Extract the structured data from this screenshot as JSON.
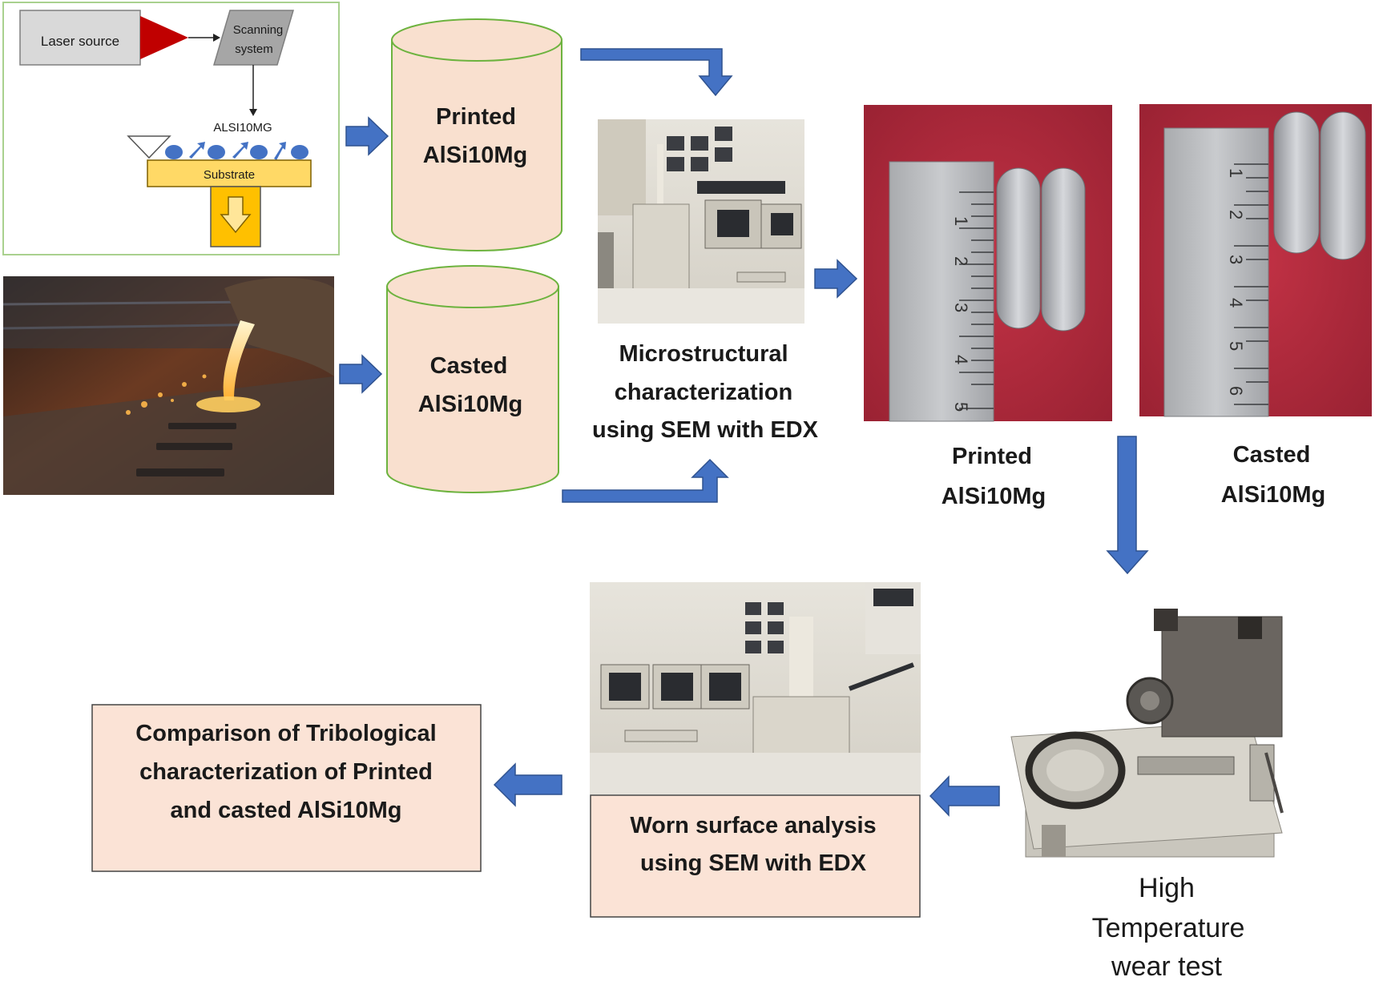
{
  "laser_schematic": {
    "laser_source": "Laser source",
    "scanning_line1": "Scanning",
    "scanning_line2": "system",
    "powder_label": "ALSI10MG",
    "substrate": "Substrate"
  },
  "cylinders": {
    "printed": [
      "Printed",
      "AlSi10Mg"
    ],
    "casted": [
      "Casted",
      "AlSi10Mg"
    ]
  },
  "micro_label": [
    "Microstructural",
    "characterization",
    "using SEM with EDX"
  ],
  "sample_labels": {
    "printed": [
      "Printed",
      "AlSi10Mg"
    ],
    "casted": [
      "Casted",
      "AlSi10Mg"
    ]
  },
  "ruler_ticks": {
    "printed_numbers": [
      "1",
      "2",
      "3",
      "4",
      "5"
    ],
    "casted_numbers": [
      "1",
      "2",
      "3",
      "4",
      "5",
      "6"
    ]
  },
  "wear_test_label": [
    "High",
    "Temperature",
    "wear test"
  ],
  "worn_label": [
    "Worn surface analysis",
    "using SEM with EDX"
  ],
  "comparison_label": [
    "Comparison of Tribological",
    "characterization of Printed",
    "and casted AlSi10Mg"
  ],
  "colors": {
    "arrow_blue": "#4472c4",
    "cylinder_fill": "#f9e0cf",
    "cylinder_stroke": "#6db33f",
    "box_fill": "#fbe3d6",
    "substrate_yellow": "#ffc000",
    "laser_red": "#c00000",
    "red_felt": "#b02a3c"
  }
}
